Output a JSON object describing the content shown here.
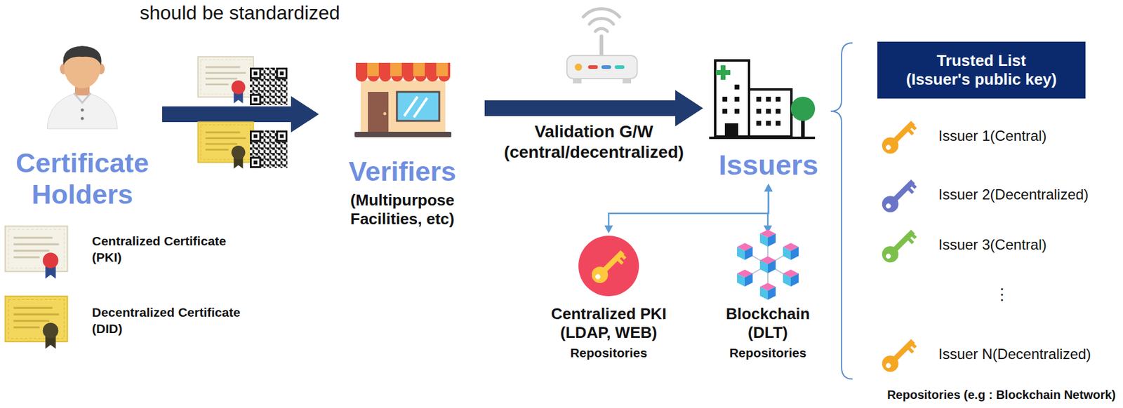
{
  "diagram": {
    "nodes": [
      {
        "text": [
          "Certificate Holders"
        ]
      },
      {
        "text": [
          "Verifiers",
          "(Multipurpose Facilities, etc)"
        ]
      },
      {
        "text": [
          "Issuers"
        ]
      },
      {
        "text": [
          "Centralized PKI (LDAP, WEB)",
          "Repositories"
        ]
      },
      {
        "text": [
          "Blockchain (DLT)",
          "Repositories"
        ]
      },
      {
        "text": [
          "Trusted List (Issuer's public key)"
        ]
      }
    ],
    "edges": [
      {
        "from": 0,
        "to": 1,
        "arrow": "to"
      },
      {
        "from": 1,
        "to": 2,
        "label": "Validation G/W (central/decentralized)",
        "arrow": "to"
      },
      {
        "from": 2,
        "to": 3,
        "arrow": "both"
      },
      {
        "from": 2,
        "to": 4,
        "arrow": "both"
      }
    ],
    "labels": [
      "should be standardized",
      "Issuer 1(Central)",
      "Issuer 2(Decentralized)",
      "Issuer 3(Central)",
      "⋮",
      "Issuer N(Decentralized)",
      "Repositories (e.g : Blockchain Network)"
    ],
    "legend": [
      {
        "text": "Centralized Certificate (PKI)"
      },
      {
        "text": "Decentralized Certificate (DID)"
      }
    ]
  }
}
